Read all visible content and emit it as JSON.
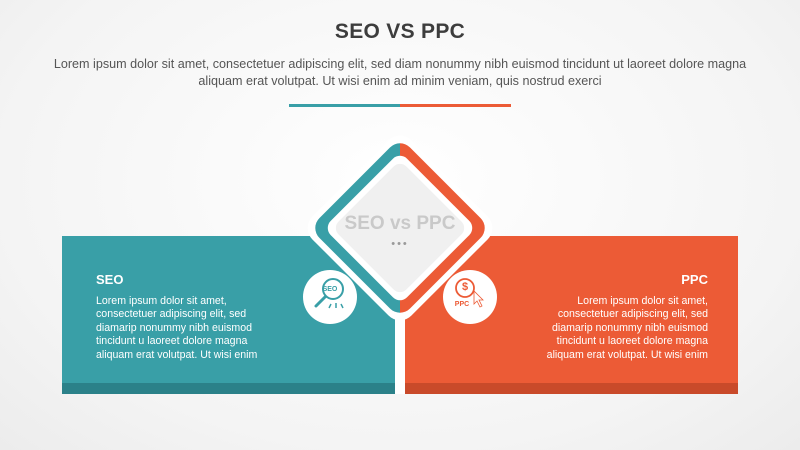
{
  "header": {
    "title": "SEO VS PPC",
    "subtitle": "Lorem ipsum dolor sit amet, consectetuer adipiscing elit, sed diam nonummy nibh euismod tincidunt ut laoreet dolore magna aliquam erat volutpat. Ut wisi enim ad minim veniam, quis nostrud exerci"
  },
  "center": {
    "label": "SEO vs PPC",
    "dots": "•••"
  },
  "left_panel": {
    "title": "SEO",
    "body": "Lorem ipsum dolor sit amet, consectetuer adipiscing elit, sed diamarip nonummy nibh euismod tincidunt u laoreet dolore magna aliquam erat volutpat. Ut wisi enim",
    "icon_label": "SEO",
    "icon": "seo-magnifier-icon"
  },
  "right_panel": {
    "title": "PPC",
    "body": "Lorem ipsum dolor sit amet, consectetuer adipiscing elit, sed diamarip nonummy nibh euismod tincidunt u laoreet dolore magna aliquam erat volutpat. Ut wisi enim",
    "icon_label": "PPC",
    "icon": "ppc-dollar-cursor-icon"
  },
  "colors": {
    "seo": "#399fa7",
    "seo_dark": "#2b8189",
    "ppc": "#ec5b36",
    "ppc_dark": "#c94a2a",
    "center_fill": "#f0f0f0",
    "title": "#3d3d3d"
  }
}
